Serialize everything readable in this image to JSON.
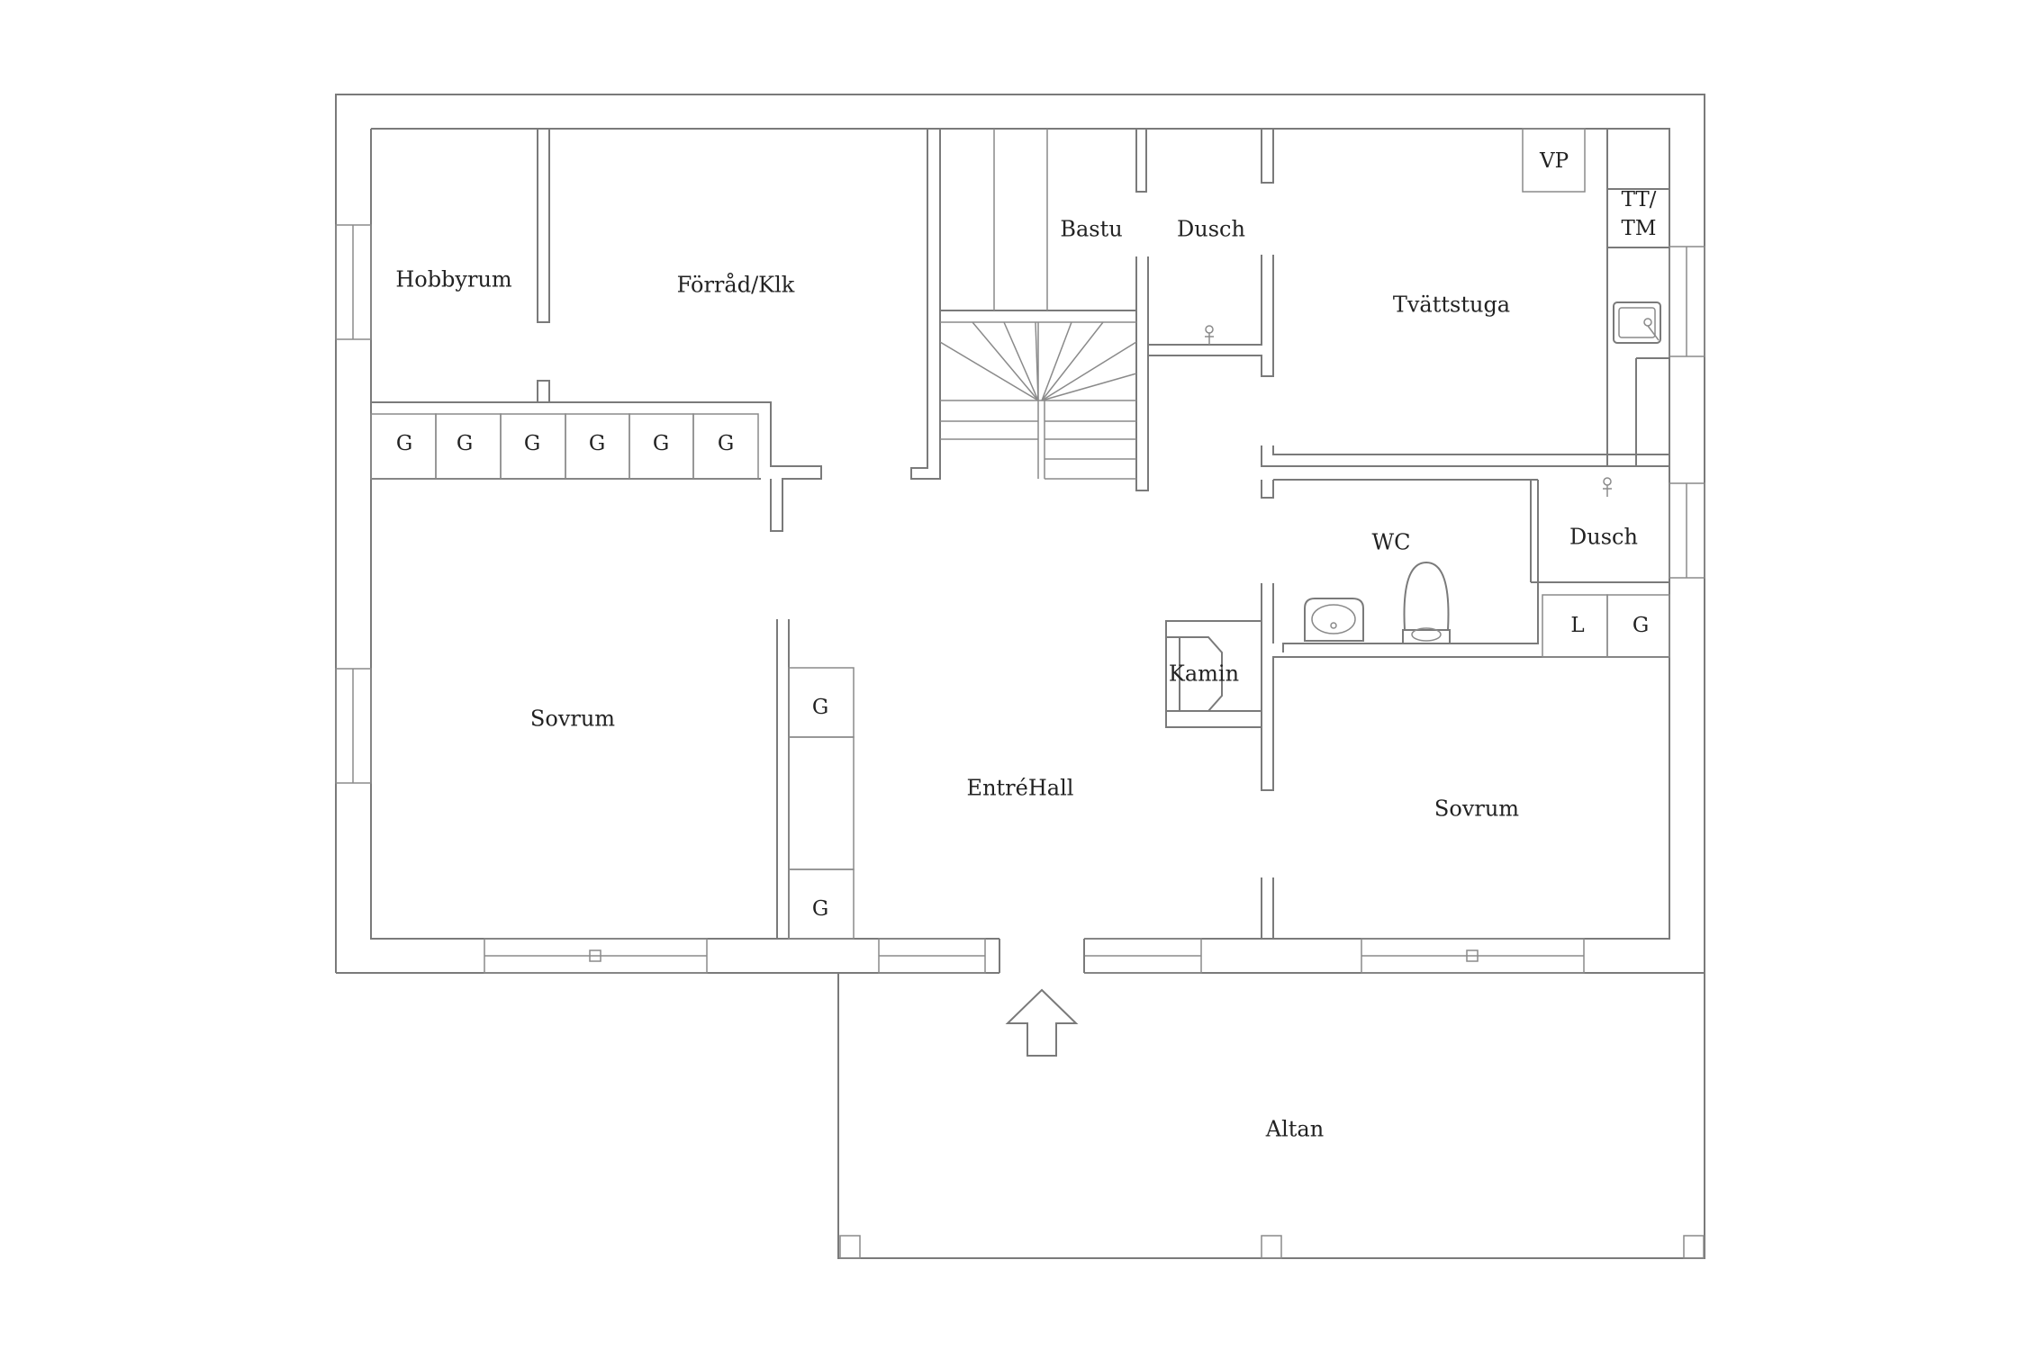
{
  "rooms": {
    "hobbyrum": "Hobbyrum",
    "forrad": "Förråd/Klk",
    "bastu": "Bastu",
    "dusch_upper": "Dusch",
    "tvattstuga": "Tvättstuga",
    "vp": "VP",
    "tt_line1": "TT/",
    "tt_line2": "TM",
    "wc": "WC",
    "dusch_right": "Dusch",
    "kamin": "Kamin",
    "sovrum_left": "Sovrum",
    "sovrum_right": "Sovrum",
    "entrehall": "EntréHall",
    "altan": "Altan",
    "closet_l": "L"
  },
  "closets": {
    "row": [
      "G",
      "G",
      "G",
      "G",
      "G",
      "G"
    ],
    "hall_top": "G",
    "hall_bottom": "G",
    "right": "G"
  }
}
